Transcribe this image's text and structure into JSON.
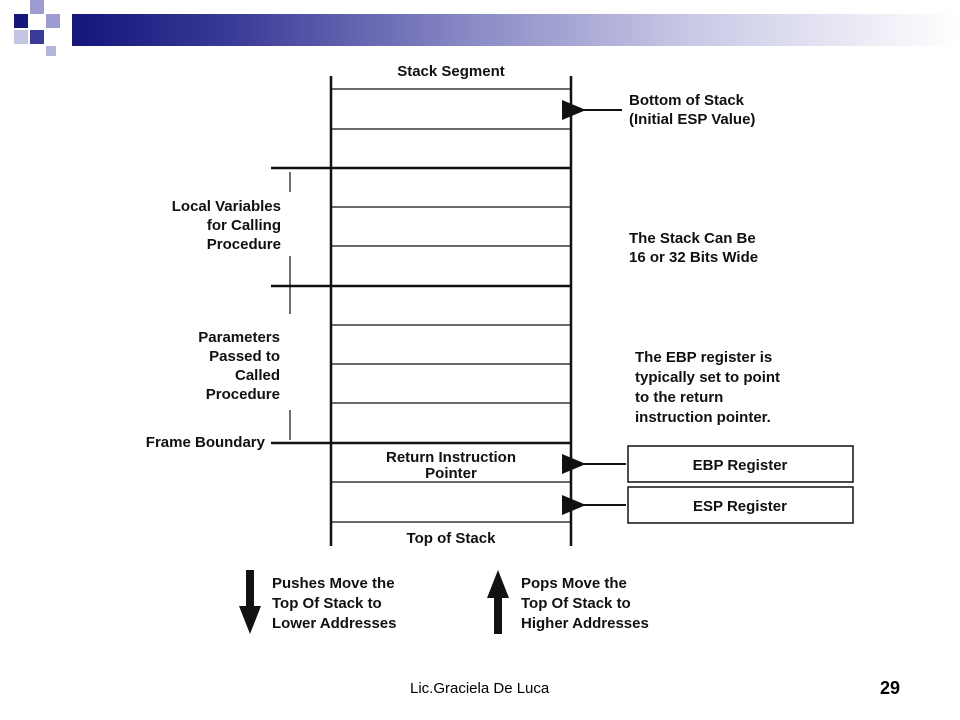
{
  "header": {
    "accent_dark": "#15157a",
    "accent_light": "#9c9cd0"
  },
  "stack": {
    "segment_label": "Stack Segment",
    "return_pointer_line1": "Return Instruction",
    "return_pointer_line2": "Pointer",
    "top_label": "Top of Stack"
  },
  "left_labels": {
    "local_vars": [
      "Local Variables",
      "for Calling",
      "Procedure"
    ],
    "params": [
      "Parameters",
      "Passed to",
      "Called",
      "Procedure"
    ],
    "frame_boundary": "Frame Boundary"
  },
  "right_labels": {
    "bottom_of_stack": [
      "Bottom of Stack",
      "(Initial ESP Value)"
    ],
    "width_note": [
      "The Stack Can Be",
      "16 or 32 Bits Wide"
    ],
    "ebp_note": [
      "The EBP register is",
      "typically set to point",
      "to the return",
      "instruction pointer."
    ],
    "ebp_register": "EBP Register",
    "esp_register": "ESP Register"
  },
  "legend": {
    "push": [
      "Pushes Move the",
      "Top Of Stack to",
      "Lower Addresses"
    ],
    "pop": [
      "Pops Move the",
      "Top Of Stack to",
      "Higher Addresses"
    ]
  },
  "footer": {
    "author": "Lic.Graciela De Luca",
    "page_number": "29"
  }
}
